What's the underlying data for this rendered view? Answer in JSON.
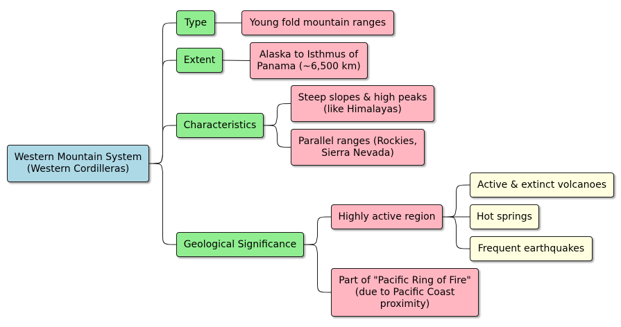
{
  "diagram": {
    "root": {
      "line1": "Western Mountain System",
      "line2": "(Western Cordilleras)",
      "color": "#ADD8E6"
    },
    "branch_color": "#90EE90",
    "detail_color": "#FFB6C1",
    "leaf_color": "#FFFFE0",
    "type": {
      "label": "Type",
      "child": "Young fold mountain ranges"
    },
    "extent": {
      "label": "Extent",
      "child": {
        "line1": "Alaska to Isthmus of",
        "line2": "Panama (~6,500 km)"
      }
    },
    "characteristics": {
      "label": "Characteristics",
      "children": [
        {
          "line1": "Steep slopes & high peaks",
          "line2": "(like Himalayas)"
        },
        {
          "line1": "Parallel ranges (Rockies,",
          "line2": "Sierra Nevada)"
        }
      ]
    },
    "geological": {
      "label": "Geological Significance",
      "active": {
        "label": "Highly active region",
        "children": [
          "Active & extinct volcanoes",
          "Hot springs",
          "Frequent earthquakes"
        ]
      },
      "ring": {
        "line1": "Part of \"Pacific Ring of Fire\"",
        "line2": "(due to Pacific Coast",
        "line3": "proximity)"
      }
    }
  }
}
